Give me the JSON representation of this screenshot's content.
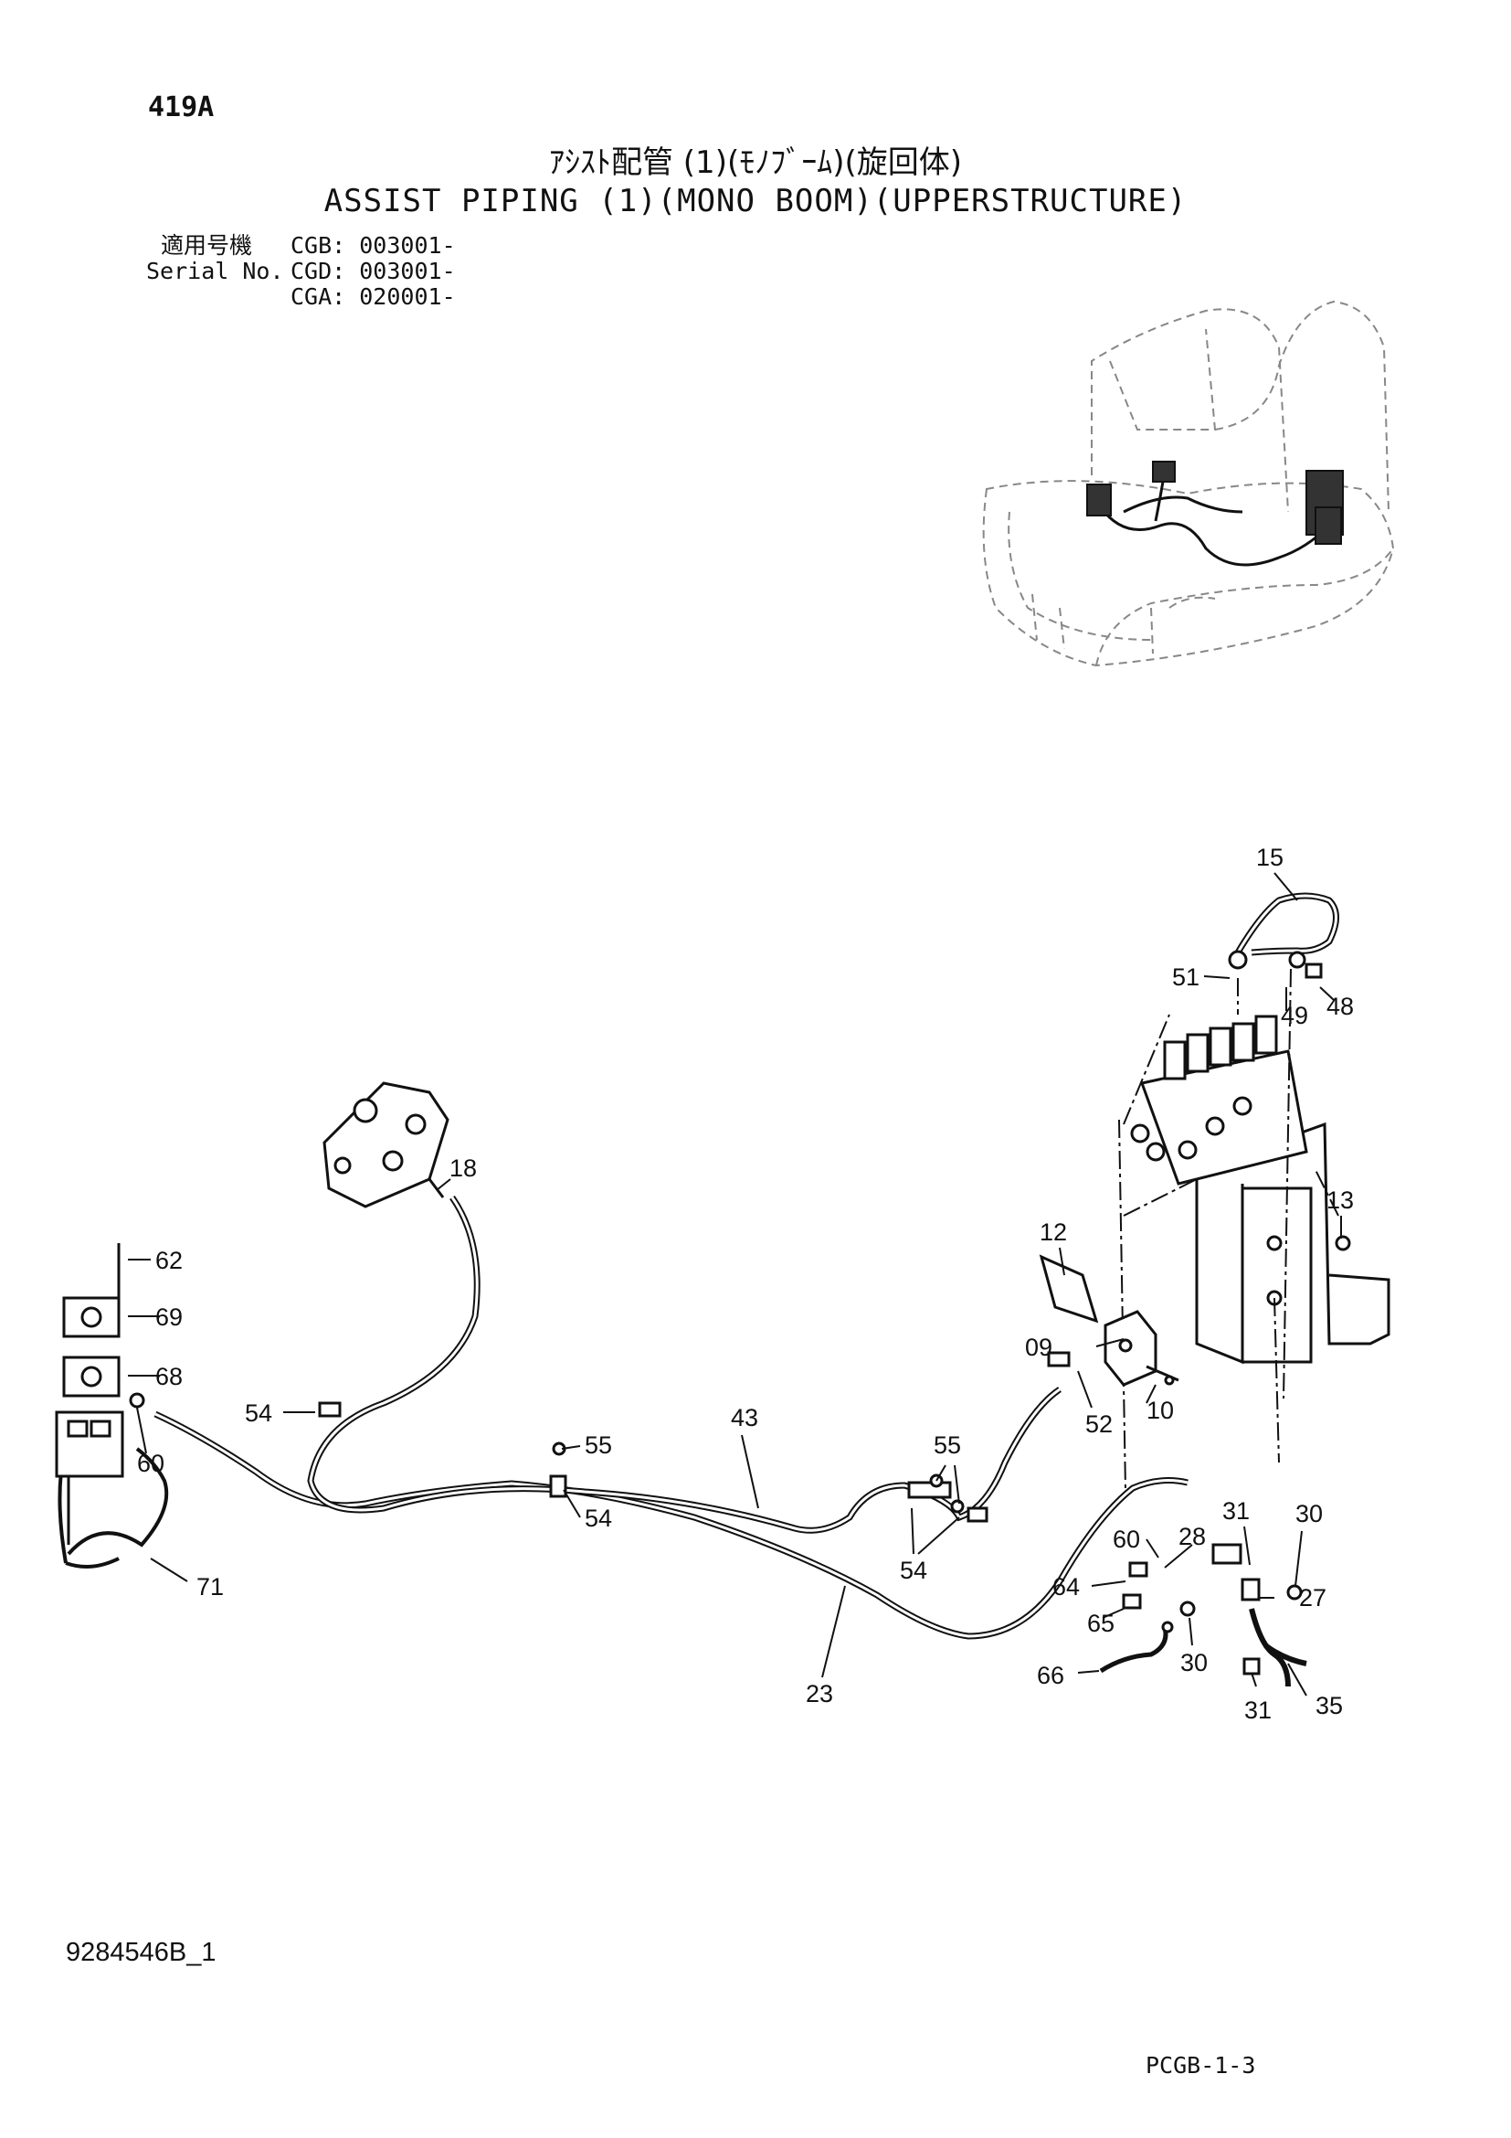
{
  "header": {
    "page_number": "419A",
    "title_jp": "ｱｼｽﾄ配管 (1)(ﾓﾉﾌﾞｰﾑ)(旋回体)",
    "title_en": "ASSIST PIPING (1)(MONO BOOM)(UPPERSTRUCTURE)"
  },
  "serial": {
    "label_jp": "適用号機",
    "label_en": "Serial No.",
    "entries": [
      "CGB: 003001-",
      "CGD: 003001-",
      "CGA: 020001-"
    ]
  },
  "footer": {
    "doc_code": "9284546B_1",
    "sheet_code": "PCGB-1-3"
  },
  "diagram": {
    "callouts": [
      "15",
      "51",
      "49",
      "48",
      "18",
      "13",
      "12",
      "62",
      "69",
      "09",
      "68",
      "10",
      "52",
      "54",
      "43",
      "60",
      "55",
      "55",
      "54",
      "31",
      "30",
      "54",
      "28",
      "60",
      "27",
      "64",
      "65",
      "30",
      "71",
      "66",
      "23",
      "31",
      "35"
    ],
    "icons": [
      "excavator-overview-icon",
      "control-valve-assembly-icon",
      "pilot-valve-icon",
      "solenoid-valve-stack-icon",
      "hose-icon",
      "clamp-icon",
      "fitting-icon"
    ]
  }
}
